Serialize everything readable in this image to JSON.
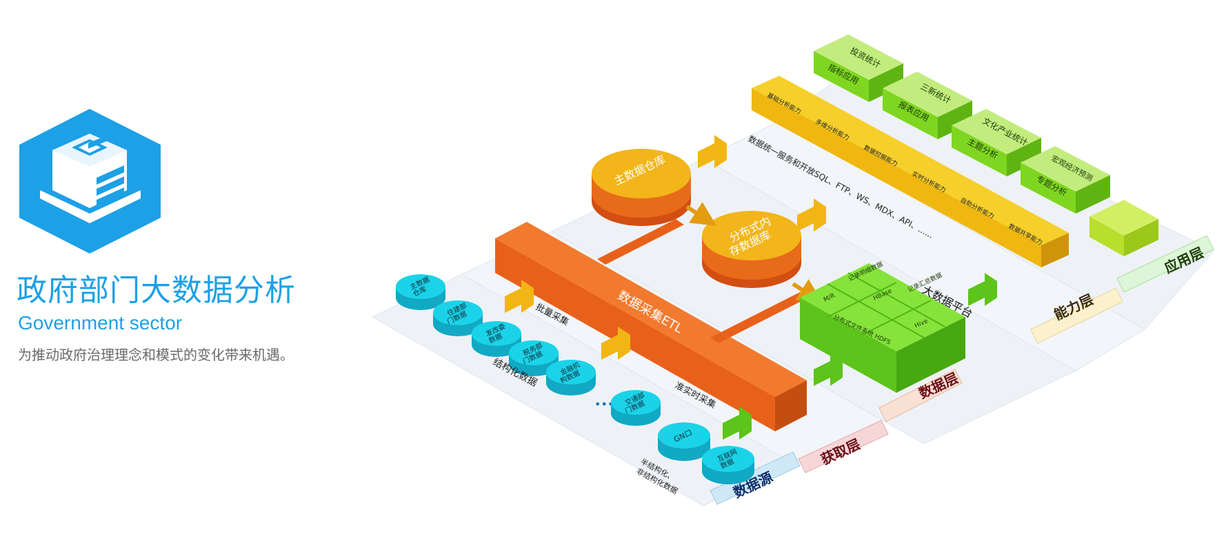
{
  "header": {
    "title": "政府部门大数据分析",
    "subtitle": "Government sector",
    "description": "为推动政府治理理念和模式的变化带来机遇。"
  },
  "layers": {
    "source": "数据源",
    "acquisition": "获取层",
    "data": "数据层",
    "capability": "能力层",
    "application": "应用层"
  },
  "sources": {
    "structured_label": "结构化数据",
    "semi_label_line1": "半结构化、",
    "semi_label_line2": "非结构化数据",
    "ellipsis": "•••",
    "items": [
      {
        "l1": "主数据",
        "l2": "仓库"
      },
      {
        "l1": "住建部",
        "l2": "门数据"
      },
      {
        "l1": "发改委",
        "l2": "数据"
      },
      {
        "l1": "税务部",
        "l2": "门数据"
      },
      {
        "l1": "金融机",
        "l2": "构数据"
      },
      {
        "l1": "交通部",
        "l2": "门数据"
      },
      {
        "l1": "GN口",
        "l2": ""
      },
      {
        "l1": "互联网",
        "l2": "数据"
      }
    ]
  },
  "acquisition": {
    "etl": "数据采集ETL",
    "batch": "批量采集",
    "realtime": "准实时采集"
  },
  "data_layer": {
    "master_warehouse": "主数据仓库",
    "distributed_l1": "分布式内",
    "distributed_l2": "存数据库",
    "platform_title": "大数据平台",
    "platform_cells": [
      "记录明细数据",
      "M/R",
      "HBase",
      "记录汇总数据",
      "Hive",
      "分布式文件系统 HDFS"
    ]
  },
  "capability": {
    "service_text": "数据统一服务和开放SQL、FTP、WS、MDX、API、......",
    "items": [
      "基础分析能力",
      "多维分析能力",
      "数据挖掘能力",
      "实时分析能力",
      "自助分析能力",
      "数据共享能力"
    ]
  },
  "application": {
    "items": [
      {
        "top": "投资统计",
        "front": "指标应用"
      },
      {
        "top": "三新统计",
        "front": "报表应用"
      },
      {
        "top": "文化产业统计",
        "front": "主题分析"
      },
      {
        "top": "宏观经济预测",
        "front": "专题分析"
      }
    ]
  },
  "colors": {
    "brand_blue": "#1da0e6",
    "etl_orange": "#e8611a",
    "db_yellow": "#e8a712",
    "platform_green": "#67d31e",
    "cap_yellow": "#f3c012",
    "app_green": "#8ad52a",
    "cyan": "#19c7df"
  }
}
